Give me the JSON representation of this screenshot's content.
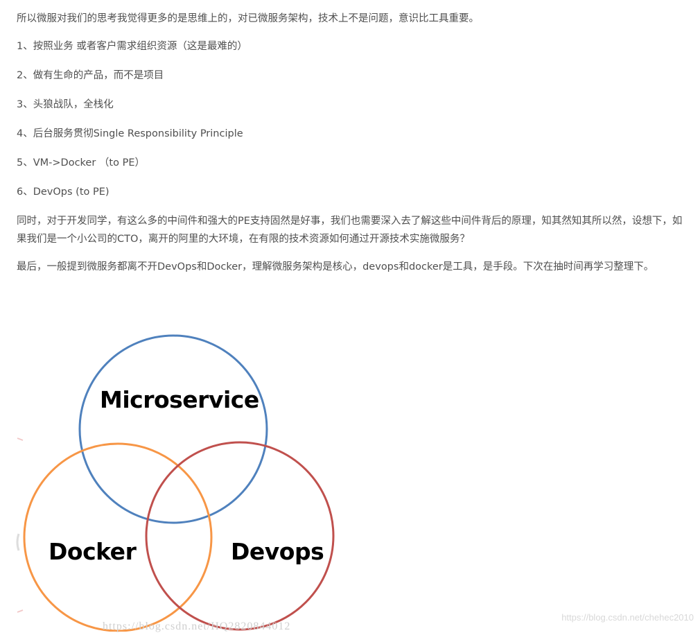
{
  "article": {
    "intro": "所以微服对我们的思考我觉得更多的是思维上的，对已微服务架构，技术上不是问题，意识比工具重要。",
    "list": [
      "1、按照业务 或者客户需求组织资源（这是最难的）",
      "2、做有生命的产品，而不是项目",
      "3、头狼战队，全栈化",
      "4、后台服务贯彻Single Responsibility Principle",
      "5、VM->Docker （to PE）",
      "6、DevOps (to PE)"
    ],
    "paragraph_2": "同时，对于开发同学，有这么多的中间件和强大的PE支持固然是好事，我们也需要深入去了解这些中间件背后的原理，知其然知其所以然，设想下，如果我们是一个小公司的CTO，离开的阿里的大环境，在有限的技术资源如何通过开源技术实施微服务？",
    "paragraph_3": "最后，一般提到微服务都离不开DevOps和Docker，理解微服务架构是核心，devops和docker是工具，是手段。下次在抽时间再学习整理下。"
  },
  "venn": {
    "labels": {
      "top": "Microservice",
      "left": "Docker",
      "right": "Devops"
    },
    "colors": {
      "microservice": "#4f81bd",
      "docker": "#f79646",
      "devops": "#c0504d"
    }
  },
  "watermarks": {
    "right": "https://blog.csdn.net/chehec2010",
    "bottom": "https://blog.csdn.net/HQ2820844012"
  }
}
